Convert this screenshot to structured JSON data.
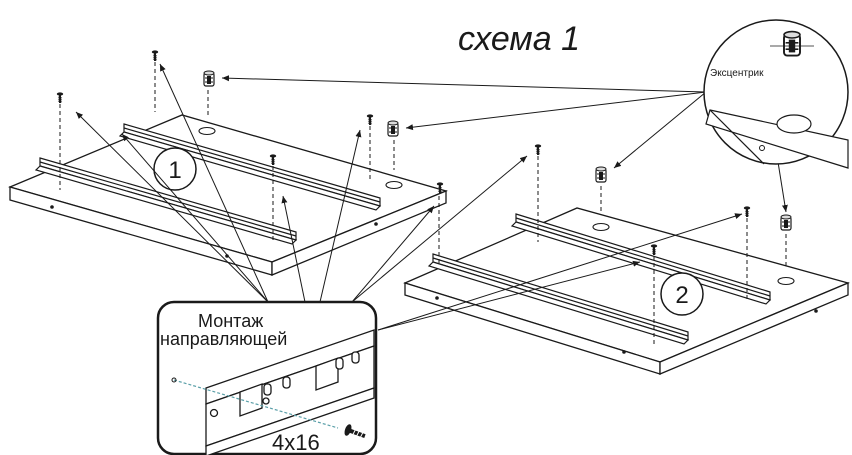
{
  "title": "схема 1",
  "panel_badges": [
    "1",
    "2"
  ],
  "eccentric_callout": {
    "label": "Эксцентрик"
  },
  "rail_detail": {
    "title_line1": "Монтаж",
    "title_line2": "направляющей",
    "screw_spec": "4x16"
  },
  "colors": {
    "line": "#1a1a1a",
    "panel_fill": "#ffffff",
    "dash_accent": "#5a9fa8"
  }
}
